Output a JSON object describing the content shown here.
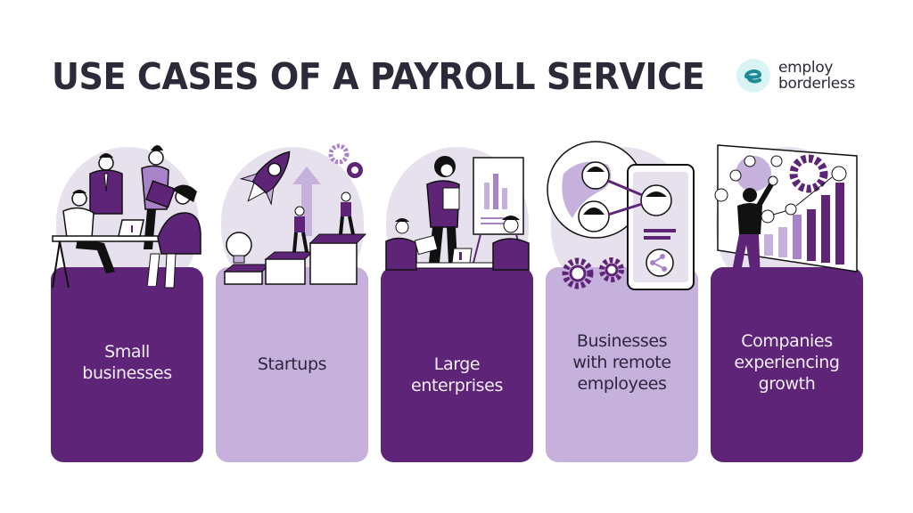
{
  "header": {
    "title": "USE CASES OF A PAYROLL SERVICE"
  },
  "logo": {
    "line1": "employ",
    "line2": "borderless",
    "mark_letter": "e",
    "mark_color": "#1f8a97",
    "mark_bg": "#d8f5f3"
  },
  "colors": {
    "dark_purple": "#5e2477",
    "light_purple": "#c6b0dc",
    "blob": "#e7e1ee",
    "title": "#2b2a38"
  },
  "cards": [
    {
      "label_lines": [
        "Small",
        "businesses"
      ],
      "style": "dark",
      "illustration": "team-meeting-at-desk-illustration"
    },
    {
      "label_lines": [
        "Startups"
      ],
      "style": "light",
      "illustration": "rocket-lightbulb-steps-illustration"
    },
    {
      "label_lines": [
        "Large",
        "enterprises"
      ],
      "style": "dark",
      "illustration": "presentation-flipchart-illustration"
    },
    {
      "label_lines": [
        "Businesses",
        "with remote",
        "employees"
      ],
      "style": "light",
      "illustration": "globe-tablet-network-illustration"
    },
    {
      "label_lines": [
        "Companies",
        "experiencing",
        "growth"
      ],
      "style": "dark",
      "illustration": "growth-bar-chart-illustration"
    }
  ]
}
